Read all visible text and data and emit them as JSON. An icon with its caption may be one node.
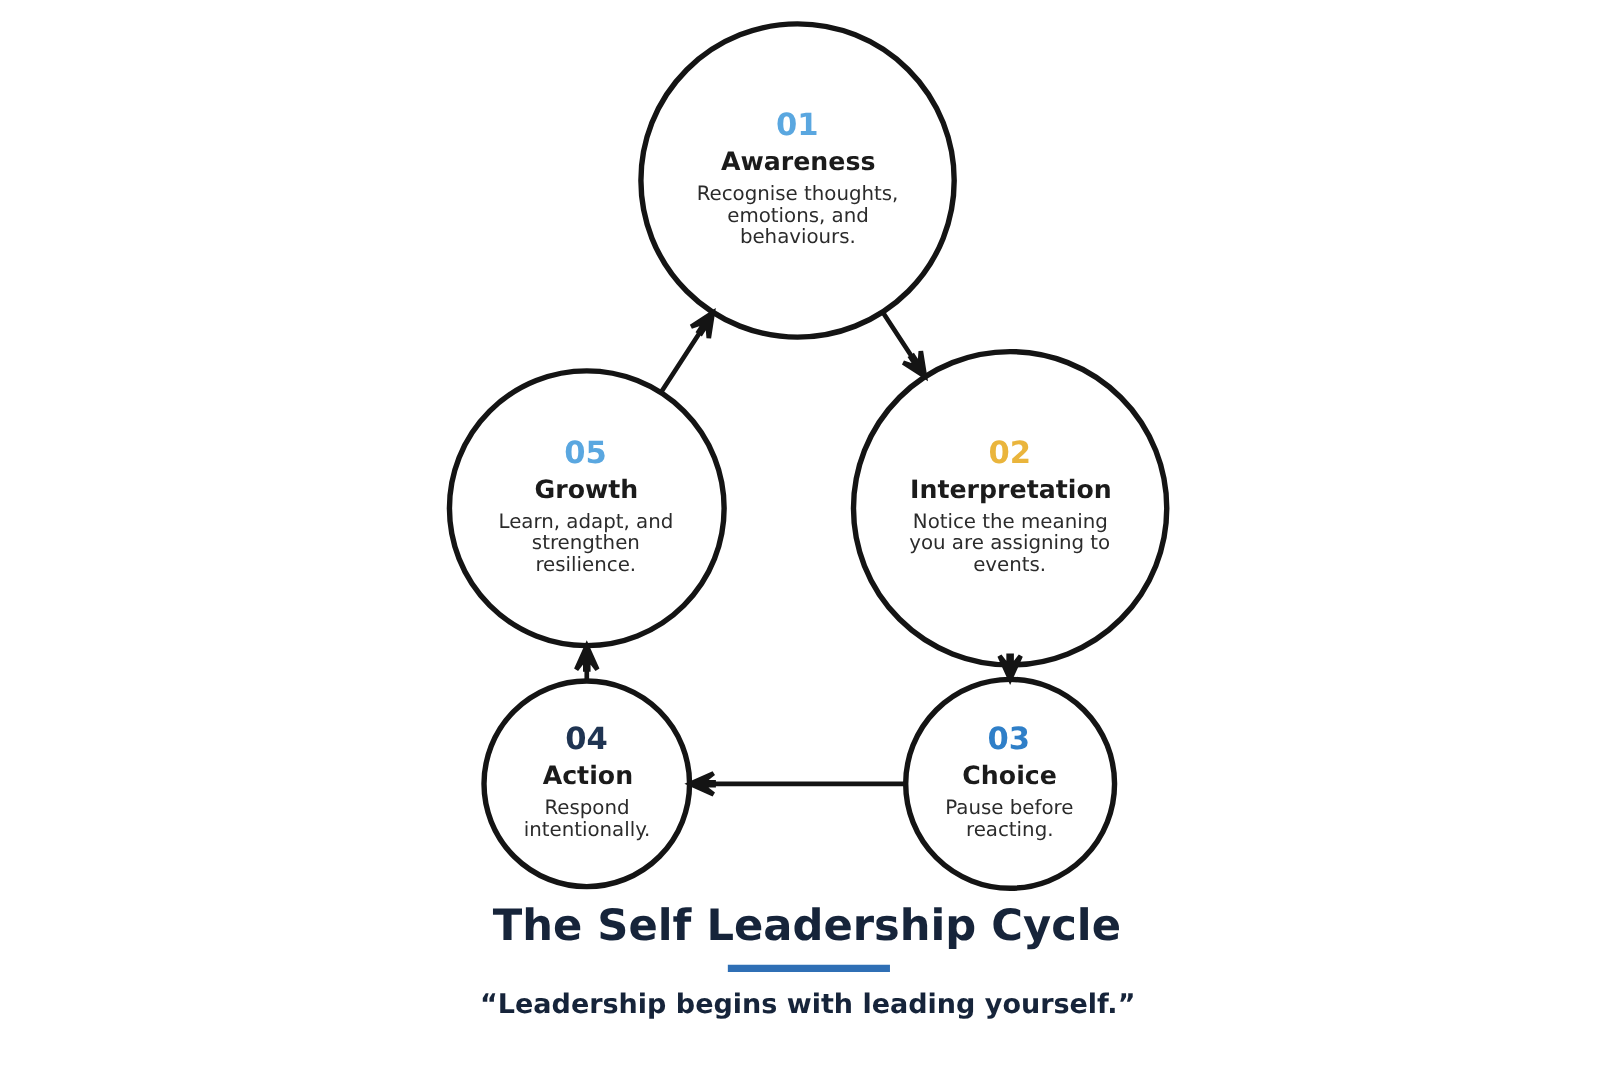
{
  "diagram": {
    "title": "The Self Leadership Cycle",
    "caption": "“Leadership begins with leading yourself.”",
    "nodes": [
      {
        "text": [
          "01",
          "Awareness",
          "Recognise thoughts, emotions, and behaviours."
        ]
      },
      {
        "text": [
          "02",
          "Interpretation",
          "Notice the meaning you are assigning to events."
        ]
      },
      {
        "text": [
          "03",
          "Choice",
          "Pause before reacting."
        ]
      },
      {
        "text": [
          "04",
          "Action",
          "Respond intentionally."
        ]
      },
      {
        "text": [
          "05",
          "Growth",
          "Learn, adapt, and strengthen resilience."
        ]
      }
    ],
    "edges": [
      {
        "from": 0,
        "to": 1,
        "arrow": "to"
      },
      {
        "from": 1,
        "to": 2,
        "arrow": "to"
      },
      {
        "from": 2,
        "to": 3,
        "arrow": "to"
      },
      {
        "from": 3,
        "to": 4,
        "arrow": "to"
      },
      {
        "from": 4,
        "to": 0,
        "arrow": "to"
      }
    ]
  }
}
